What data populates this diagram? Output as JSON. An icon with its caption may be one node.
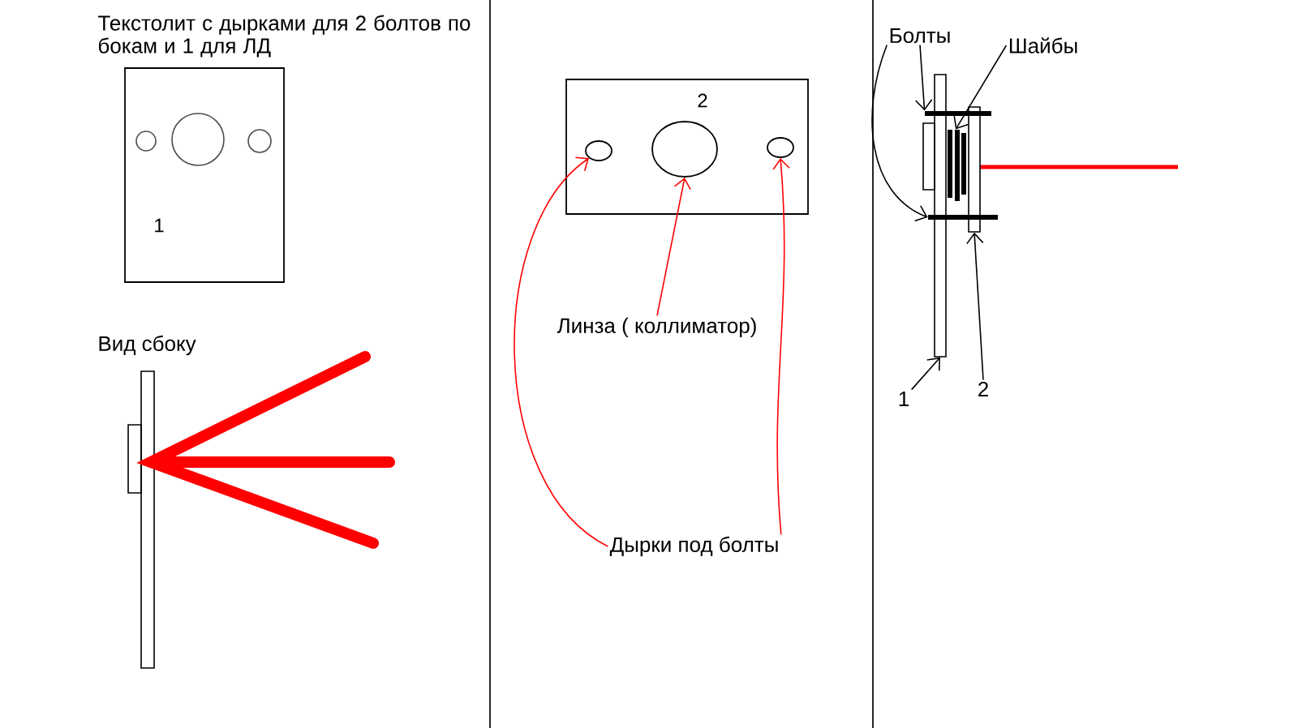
{
  "diagram": {
    "nodes": [
      {
        "text": [
          "1"
        ],
        "beside": [
          "Текстолит с дырками для 2 болтов по бокам и 1 для ЛД"
        ]
      },
      {
        "text": [
          "2"
        ]
      },
      {
        "text": [],
        "shape": "circle",
        "in": 1
      },
      {
        "text": [],
        "shape": "circle",
        "in": 1
      },
      {
        "text": [],
        "shape": "circle",
        "in": 1
      },
      {
        "text": [
          "Линза ( коллиматор)"
        ]
      },
      {
        "text": [
          "Дырки под болты"
        ]
      },
      {
        "text": [
          "Болты"
        ]
      },
      {
        "text": [
          "Шайбы"
        ]
      },
      {
        "text": [],
        "shape": "bar"
      },
      {
        "text": [],
        "shape": "bar"
      },
      {
        "text": [],
        "shape": "box"
      },
      {
        "text": [
          "1"
        ]
      },
      {
        "text": [
          "2"
        ]
      },
      {
        "text": [],
        "shape": "box"
      },
      {
        "text": [],
        "shape": "box"
      }
    ],
    "edges": [
      {
        "from": 5,
        "to": 3,
        "arrow": "to",
        "color": "#ff0000"
      },
      {
        "from": 6,
        "to": 2,
        "arrow": "to",
        "color": "#ff0000"
      },
      {
        "from": 6,
        "to": 4,
        "arrow": "to",
        "color": "#ff0000"
      },
      {
        "from": 7,
        "to": 9,
        "arrow": "to"
      },
      {
        "from": 7,
        "to": 10,
        "arrow": "to"
      },
      {
        "from": 8,
        "to": 11,
        "arrow": "to"
      },
      {
        "from": 12,
        "to": 14,
        "arrow": "to"
      },
      {
        "from": 13,
        "to": 15,
        "arrow": "to"
      }
    ],
    "labels": [
      "Вид сбоку"
    ]
  }
}
